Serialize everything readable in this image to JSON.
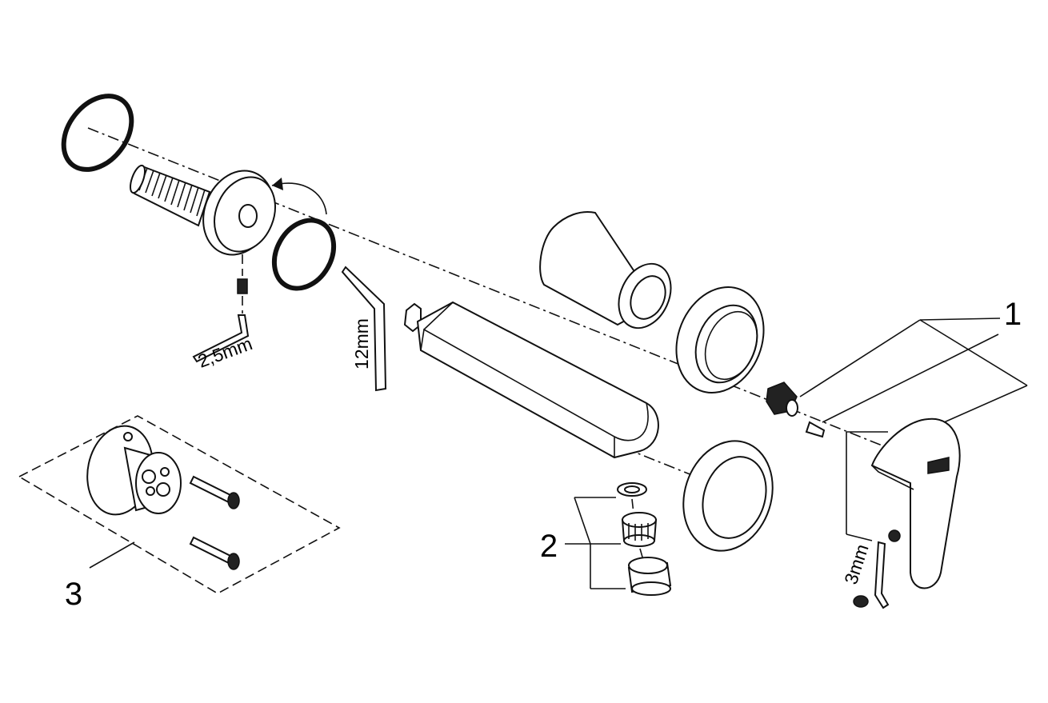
{
  "callouts": {
    "c1": "1",
    "c2": "2",
    "c3": "3"
  },
  "dimensions": {
    "hex_key_small": "2,5mm",
    "hex_key_large": "12mm",
    "hex_key_handle": "3mm"
  }
}
